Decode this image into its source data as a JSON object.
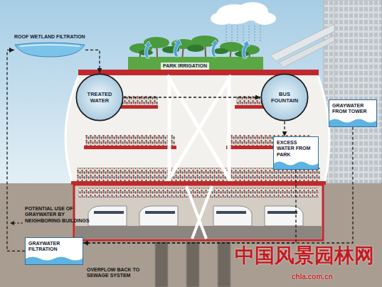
{
  "diagram": {
    "nodes": [
      {
        "text": [
          "ROOF WETLAND FILTRATION"
        ]
      },
      {
        "text": [
          "TREATED WATER"
        ]
      },
      {
        "text": [
          "BUS FOUNTAIN"
        ]
      },
      {
        "text": [
          "GRAYWATER FROM TOWER"
        ]
      },
      {
        "text": [
          "EXCESS WATER FROM PARK"
        ]
      },
      {
        "text": [
          "GRAYWATER FILTRATION"
        ]
      }
    ],
    "edges": [
      {
        "from": 0,
        "to": 1,
        "arrow": "to"
      },
      {
        "from": 1,
        "to": 2,
        "arrow": "to"
      },
      {
        "from": 2,
        "to": 4,
        "arrow": "to"
      },
      {
        "from": 4,
        "to": 5,
        "arrow": "to"
      },
      {
        "from": 3,
        "to": 5,
        "arrow": "to"
      },
      {
        "from": 5,
        "to": 0,
        "arrow": "to"
      }
    ],
    "labels": [
      "PARK IRRIGATION",
      "POTENTIAL USE OF GRAYWATER BY NEIGHBORING BUILDINGS",
      "OVERFLOW BACK TO SEWAGE SYSTEM",
      "中国风景园林网",
      "chla.com.cn"
    ]
  }
}
